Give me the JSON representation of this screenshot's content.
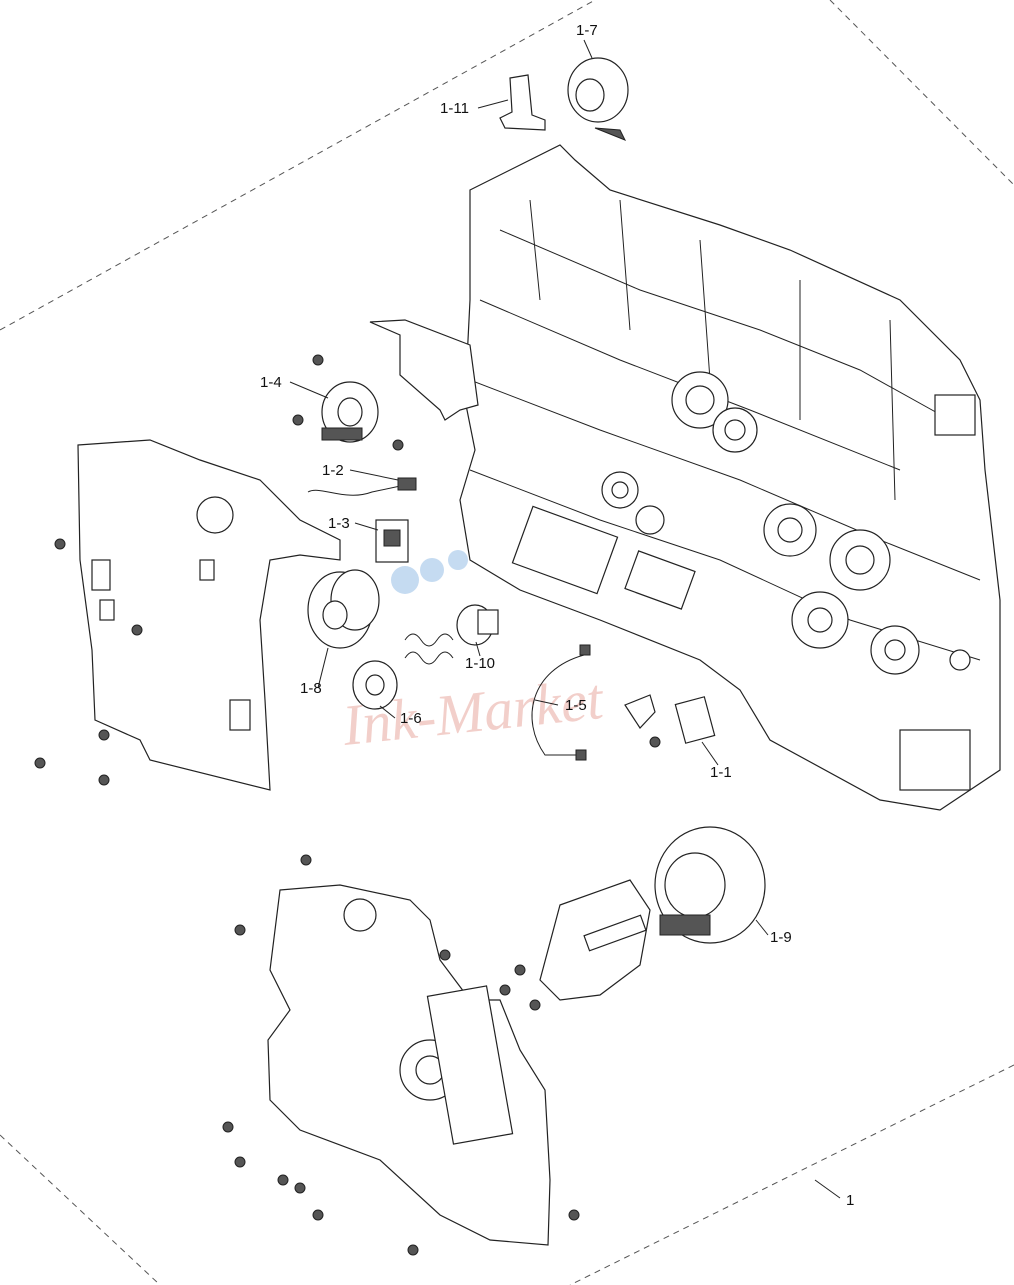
{
  "diagram": {
    "callouts": {
      "c1": "1",
      "c1_1": "1-1",
      "c1_2": "1-2",
      "c1_3": "1-3",
      "c1_4": "1-4",
      "c1_5": "1-5",
      "c1_6": "1-6",
      "c1_7": "1-7",
      "c1_8": "1-8",
      "c1_9": "1-9",
      "c1_10": "1-10",
      "c1_11": "1-11"
    },
    "watermark": "Ink-Market",
    "colors": {
      "line": "#222222",
      "watermark": "#e8a8a0",
      "dots": [
        "#7fb0e0",
        "#f5c36a"
      ]
    }
  }
}
